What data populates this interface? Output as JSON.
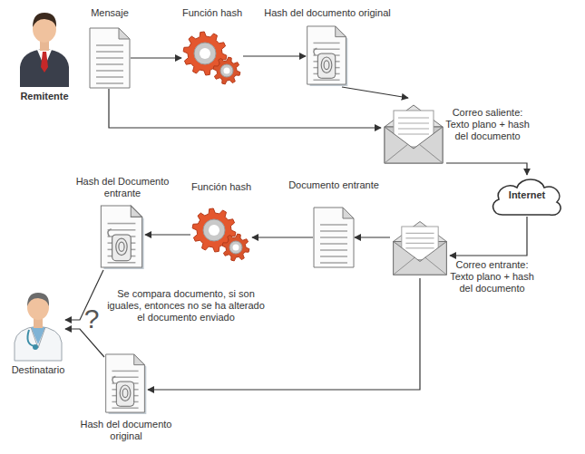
{
  "diagram": {
    "nodes": [
      {
        "text": [
          "Remitente"
        ]
      },
      {
        "text": [
          "Mensaje"
        ]
      },
      {
        "text": [
          "Función hash"
        ]
      },
      {
        "text": [
          "Hash del documento original"
        ]
      },
      {
        "text": [
          "Correo saliente: Texto plano + hash del documento"
        ]
      },
      {
        "text": [
          "Internet"
        ]
      },
      {
        "text": [
          "Correo entrante: Texto plano + hash del documento"
        ]
      },
      {
        "text": [
          "Documento entrante"
        ]
      },
      {
        "text": [
          "Función hash"
        ]
      },
      {
        "text": [
          "Hash del Documento entrante"
        ]
      },
      {
        "text": [
          "Hash del documento original"
        ]
      },
      {
        "text": [
          "Destinatario"
        ]
      }
    ],
    "edges": [
      {
        "from": 1,
        "to": 2,
        "arrow": "to"
      },
      {
        "from": 2,
        "to": 3,
        "arrow": "to"
      },
      {
        "from": 3,
        "to": 4,
        "arrow": "to"
      },
      {
        "from": 1,
        "to": 4,
        "arrow": "to"
      },
      {
        "from": 4,
        "to": 5,
        "arrow": "to"
      },
      {
        "from": 5,
        "to": 6,
        "arrow": "to"
      },
      {
        "from": 6,
        "to": 7,
        "arrow": "to"
      },
      {
        "from": 7,
        "to": 8,
        "arrow": "to"
      },
      {
        "from": 8,
        "to": 9,
        "arrow": "to"
      },
      {
        "from": 6,
        "to": 10,
        "arrow": "to"
      },
      {
        "from": 9,
        "to": 11,
        "arrow": "to"
      },
      {
        "from": 10,
        "to": 11,
        "arrow": "to"
      }
    ],
    "labels": [
      "?",
      "Se compara documento, si son iguales, entonces no se ha alterado el documento enviado"
    ]
  }
}
